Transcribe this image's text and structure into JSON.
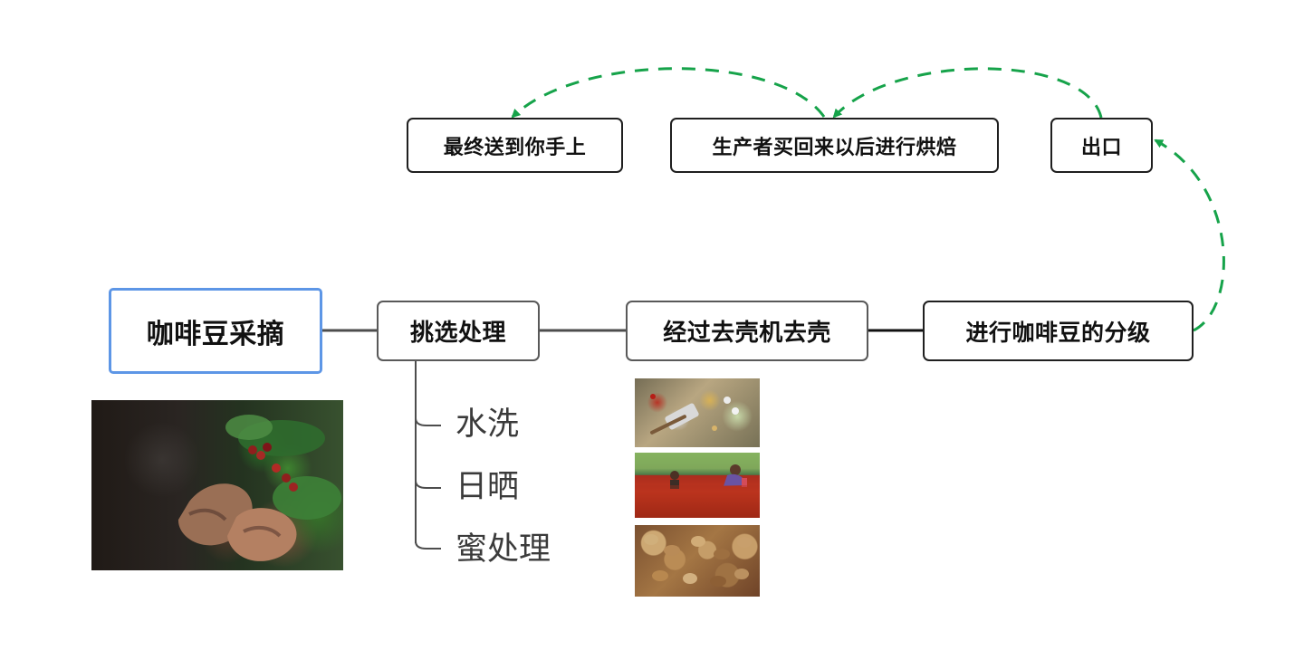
{
  "diagram": {
    "root_label": "咖啡豆采摘",
    "step_selection": "挑选处理",
    "step_hulling": "经过去壳机去壳",
    "step_grading": "进行咖啡豆的分级",
    "step_export": "出口",
    "step_roasting": "生产者买回来以后进行烘焙",
    "step_delivery": "最终送到你手上",
    "process_options": [
      "水洗",
      "日晒",
      "蜜处理"
    ]
  },
  "colors": {
    "root_border": "#5d96e6",
    "node_border": "#1f1f1f",
    "secondary_border": "#595959",
    "dashed_arrow": "#16a34a"
  },
  "icons": {
    "picking_photo": "coffee-picking-photo",
    "wash_photo": "washed-process-photo",
    "sun_photo": "sun-dried-process-photo",
    "honey_photo": "honey-process-photo"
  }
}
